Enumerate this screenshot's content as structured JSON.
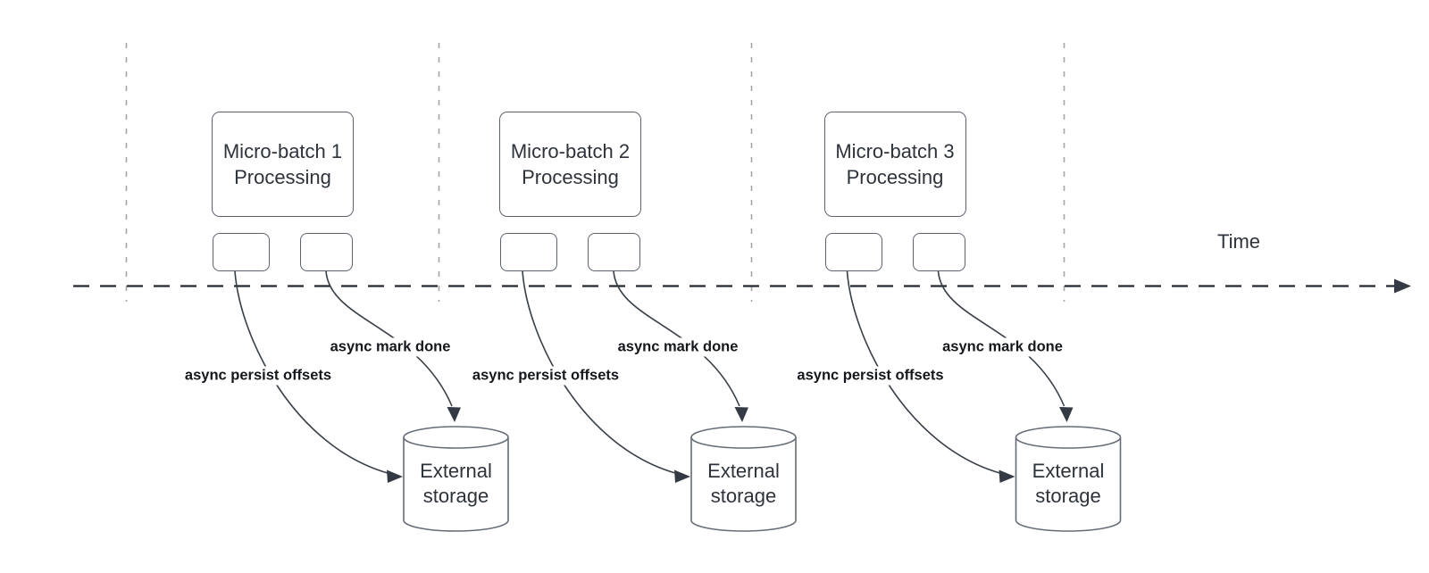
{
  "timeline": {
    "label": "Time"
  },
  "sections": [
    {
      "box_line1": "Micro-batch 1",
      "box_line2": "Processing",
      "persist_label": "async persist offsets",
      "mark_label": "async mark done",
      "storage_line1": "External",
      "storage_line2": "storage"
    },
    {
      "box_line1": "Micro-batch 2",
      "box_line2": "Processing",
      "persist_label": "async persist offsets",
      "mark_label": "async mark done",
      "storage_line1": "External",
      "storage_line2": "storage"
    },
    {
      "box_line1": "Micro-batch 3",
      "box_line2": "Processing",
      "persist_label": "async persist offsets",
      "mark_label": "async mark done",
      "storage_line1": "External",
      "storage_line2": "storage"
    }
  ],
  "colors": {
    "background": "#ffffff",
    "axis_line": "#23272e",
    "boundary_line": "#a7a7a7",
    "curve_line": "#3a4048",
    "box_border": "#5d636c",
    "box_text": "#2e333b",
    "label_text": "#14171c"
  }
}
